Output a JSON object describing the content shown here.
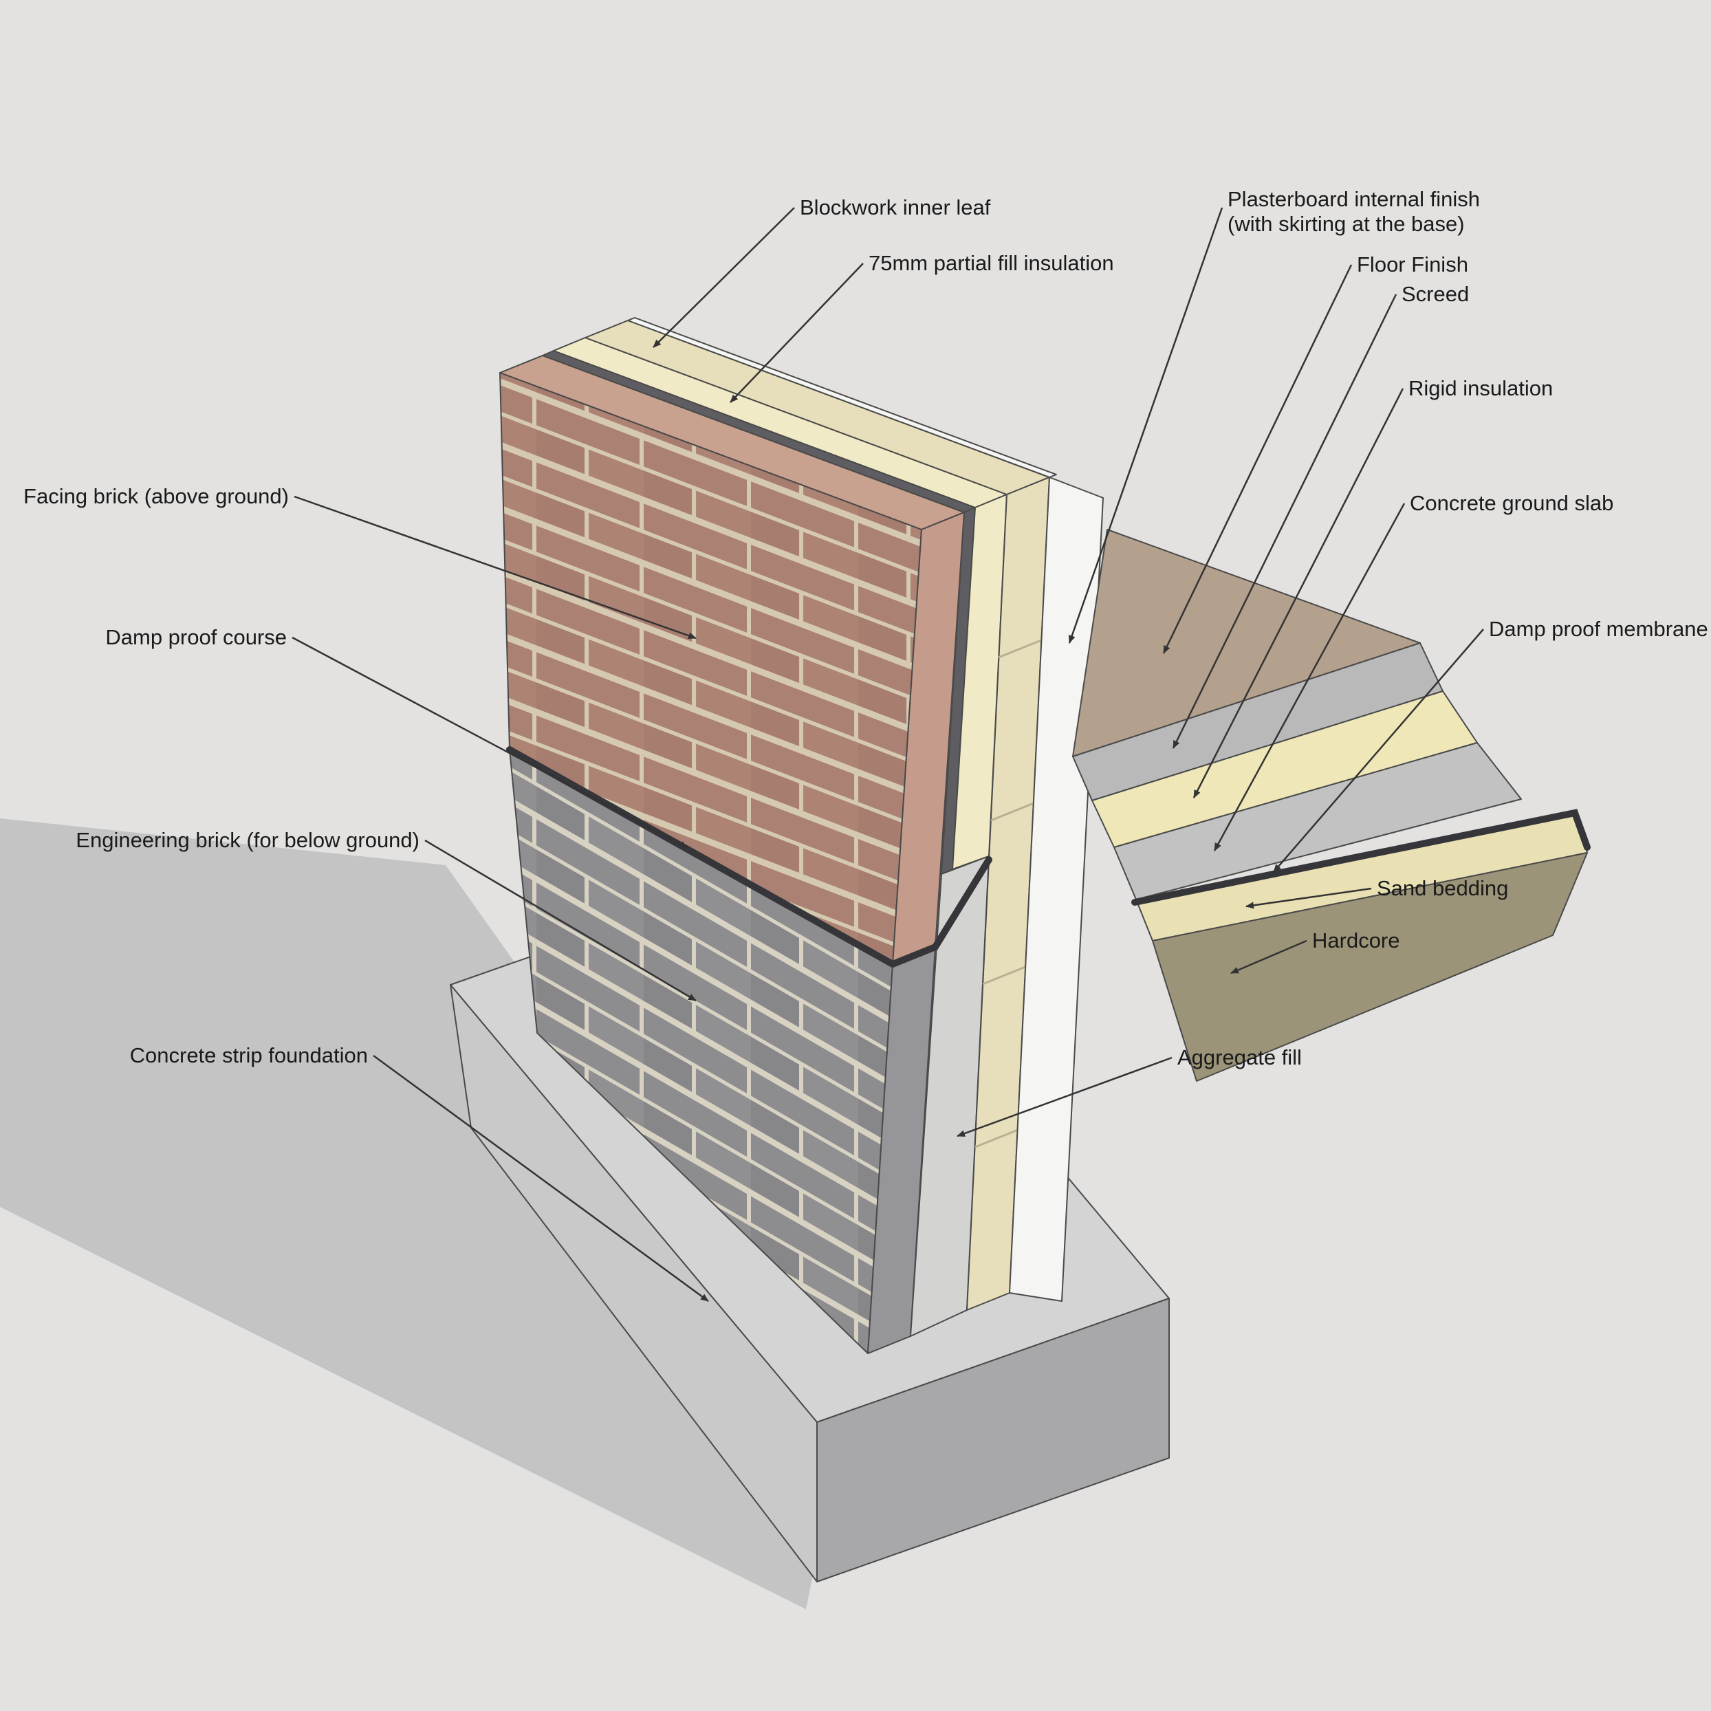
{
  "scene": {
    "background": "#e3e2e1",
    "shadow": "#c4c4c5"
  },
  "palette": {
    "facing_brick": "#aa8172",
    "facing_mortar": "#d6c9b1",
    "engineering_brick": "#8d8d90",
    "engineering_mortar": "#d8d2c2",
    "facing_brick_end": "#c59c8b",
    "engineering_brick_end": "#96969a",
    "cavity_gap": "#5e5e62",
    "insulation": "#f1eac6",
    "blockwork": "#e7dfbb",
    "plasterboard": "#f5f5f3",
    "floor_finish": "#b3a18e",
    "screed": "#b9b9ba",
    "rigid_insulation": "#efe7b8",
    "concrete_slab": "#c2c2c3",
    "dpm": "#35353a",
    "sand": "#e9e0b4",
    "hardcore": "#9b9478",
    "aggregate": "#d3d3d2",
    "foundation_top": "#d4d4d4",
    "foundation_front": "#c9c9ca",
    "foundation_side": "#a8a8aa",
    "leader": "#333333",
    "label_color": "#1a1a1a"
  },
  "labels": {
    "blockwork_inner_leaf": {
      "text": "Blockwork inner leaf"
    },
    "partial_fill_insulation": {
      "text": "75mm partial fill insulation"
    },
    "plasterboard": {
      "line1": "Plasterboard internal finish",
      "line2": "(with skirting at the base)"
    },
    "floor_finish": {
      "text": "Floor Finish"
    },
    "screed": {
      "text": "Screed"
    },
    "rigid_insulation": {
      "text": "Rigid insulation"
    },
    "concrete_ground_slab": {
      "text": "Concrete ground slab"
    },
    "damp_proof_membrane": {
      "text": "Damp proof membrane"
    },
    "facing_brick": {
      "text": "Facing brick (above ground)"
    },
    "damp_proof_course": {
      "text": "Damp proof course"
    },
    "engineering_brick": {
      "text": "Engineering brick (for below ground)"
    },
    "concrete_strip_foundation": {
      "text": "Concrete strip foundation"
    },
    "sand_bedding": {
      "text": "Sand bedding"
    },
    "hardcore": {
      "text": "Hardcore"
    },
    "aggregate_fill": {
      "text": "Aggregate fill"
    }
  }
}
